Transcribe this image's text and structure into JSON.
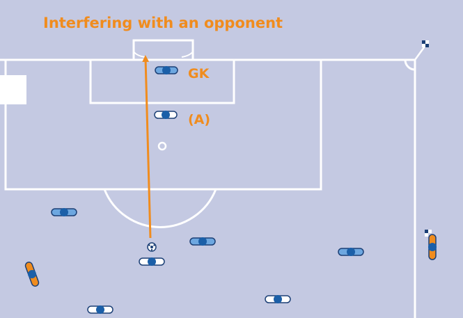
{
  "title": "Interfering with an opponent",
  "labels": {
    "goalkeeper": "GK",
    "player_a": "(A)"
  },
  "colors": {
    "pitch": "#c4c9e2",
    "lines": "#ffffff",
    "accent_orange": "#f08c1e",
    "defender_fill": "#6da7e0",
    "player_dot": "#1b5fa8",
    "outline": "#1b3f75"
  },
  "icons": {
    "ball": "soccer-ball-icon",
    "flag": "corner-flag-icon",
    "players": "player-icon"
  }
}
